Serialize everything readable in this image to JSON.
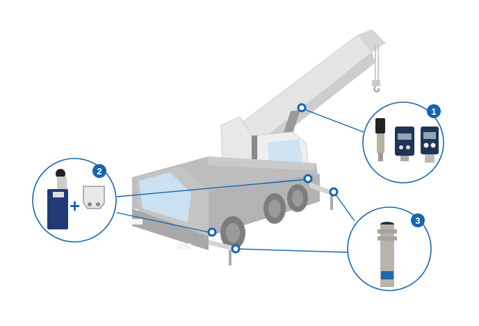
{
  "diagram": {
    "subject": "mobile-crane",
    "accent_color": "#1565b0",
    "callouts": [
      {
        "number": "1",
        "label": "1",
        "products": [
          "pressure-sensor",
          "pressure-switch-display",
          "pressure-switch-display-dual"
        ],
        "attach_point": "boom-cylinder"
      },
      {
        "number": "2",
        "label": "2",
        "products": [
          "limit-switch-roller-lever",
          "mounting-bracket"
        ],
        "attach_point": "chassis-outrigger"
      },
      {
        "number": "3",
        "label": "3",
        "products": [
          "inductive-proximity-sensor"
        ],
        "attach_point": "outrigger-legs"
      }
    ],
    "plus_sign": "+"
  }
}
